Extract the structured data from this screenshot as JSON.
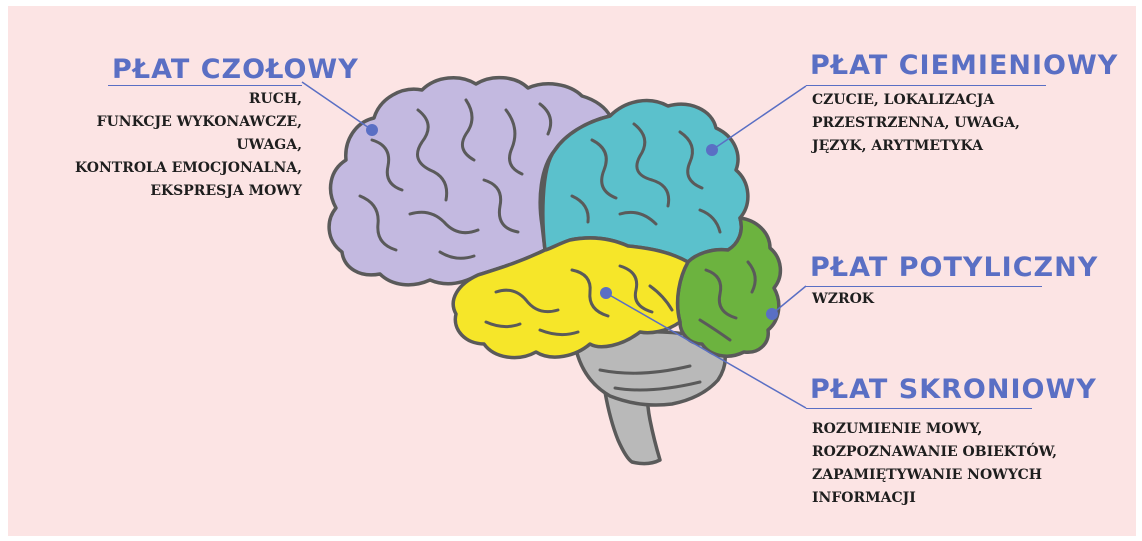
{
  "lobes": [
    {
      "id": "frontal",
      "title": "PŁAT CZOŁOWY",
      "color": "#c3b9e0",
      "lines": [
        "RUCH,",
        "FUNKCJE WYKONAWCZE,",
        "UWAGA,",
        "KONTROLA EMOCJONALNA,",
        "EKSPRESJA MOWY"
      ]
    },
    {
      "id": "parietal",
      "title": "PŁAT CIEMIENIOWY",
      "color": "#5bc1cc",
      "lines": [
        "CZUCIE, LOKALIZACJA",
        "PRZESTRZENNA, UWAGA,",
        "JĘZYK, ARYTMETYKA"
      ]
    },
    {
      "id": "occipital",
      "title": "PŁAT POTYLICZNY",
      "color": "#6cb33f",
      "lines": [
        "WZROK"
      ]
    },
    {
      "id": "temporal",
      "title": "PŁAT SKRONIOWY",
      "color": "#f6e629",
      "lines": [
        "ROZUMIENIE MOWY,",
        "ROZPOZNAWANIE OBIEKTÓW,",
        "ZAPAMIĘTYWANIE NOWYCH",
        "INFORMACJI"
      ]
    }
  ],
  "colors": {
    "background": "#fce4e4",
    "accent": "#5a6fc4",
    "outline": "#5a5a5a",
    "cerebellum": "#b9b9b9",
    "brainstem": "#b9b9b9"
  }
}
